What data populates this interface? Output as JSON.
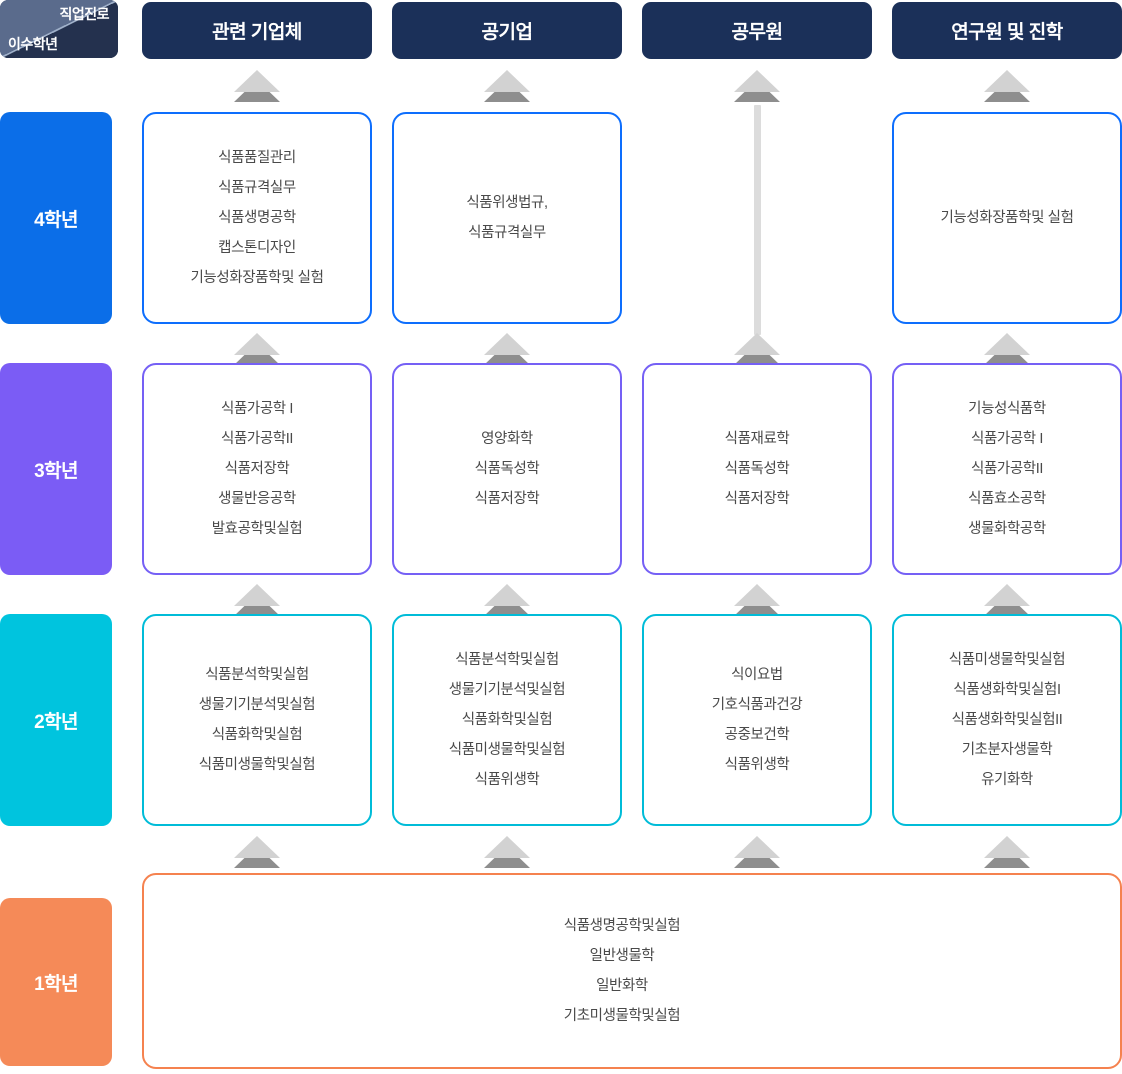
{
  "corner": {
    "career_label": "직업진로",
    "year_label": "이수학년"
  },
  "columns": [
    {
      "id": "company",
      "label": "관련 기업체"
    },
    {
      "id": "public",
      "label": "공기업"
    },
    {
      "id": "official",
      "label": "공무원"
    },
    {
      "id": "research",
      "label": "연구원 및 진학"
    }
  ],
  "years": [
    {
      "id": "year4",
      "label": "4학년",
      "color": "#0b6ee8"
    },
    {
      "id": "year3",
      "label": "3학년",
      "color": "#7b5cf5"
    },
    {
      "id": "year2",
      "label": "2학년",
      "color": "#00c4de"
    },
    {
      "id": "year1",
      "label": "1학년",
      "color": "#f58a58"
    }
  ],
  "row_border_colors": {
    "year4": "#0d6efd",
    "year3": "#7560f5",
    "year2": "#00bcd8",
    "year1": "#f5824f"
  },
  "cells": {
    "year4": {
      "company": [
        "식품품질관리",
        "식품규격실무",
        "식품생명공학",
        "캡스톤디자인",
        "기능성화장품학및 실험"
      ],
      "public": [
        "식품위생법규,",
        "식품규격실무"
      ],
      "official": [],
      "research": [
        "기능성화장품학및 실험"
      ]
    },
    "year3": {
      "company": [
        "식품가공학 I",
        "식품가공학II",
        "식품저장학",
        "생물반응공학",
        "발효공학및실험"
      ],
      "public": [
        "영양화학",
        "식품독성학",
        "식품저장학"
      ],
      "official": [
        "식품재료학",
        "식품독성학",
        "식품저장학"
      ],
      "research": [
        "기능성식품학",
        "식품가공학 I",
        "식품가공학II",
        "식품효소공학",
        "생물화학공학"
      ]
    },
    "year2": {
      "company": [
        "식품분석학및실험",
        "생물기기분석및실험",
        "식품화학및실험",
        "식품미생물학및실험"
      ],
      "public": [
        "식품분석학및실험",
        "생물기기분석및실험",
        "식품화학및실험",
        "식품미생물학및실험",
        "식품위생학"
      ],
      "official": [
        "식이요법",
        "기호식품과건강",
        "공중보건학",
        "식품위생학"
      ],
      "research": [
        "식품미생물학및실험",
        "식품생화학및실험I",
        "식품생화학및실험II",
        "기초분자생물학",
        "유기화학"
      ]
    },
    "year1": {
      "all": [
        "식품생명공학및실험",
        "일반생물학",
        "일반화학",
        "기초미생물학및실험"
      ]
    }
  },
  "connectors": {
    "arrow_icon": "double-chevron-up-arrow",
    "bar_icon": "vertical-connector-bar",
    "arrow_front_color": "#d2d2d2",
    "arrow_back_color": "#8e8e8e",
    "bar_color": "#dcdcdc"
  }
}
